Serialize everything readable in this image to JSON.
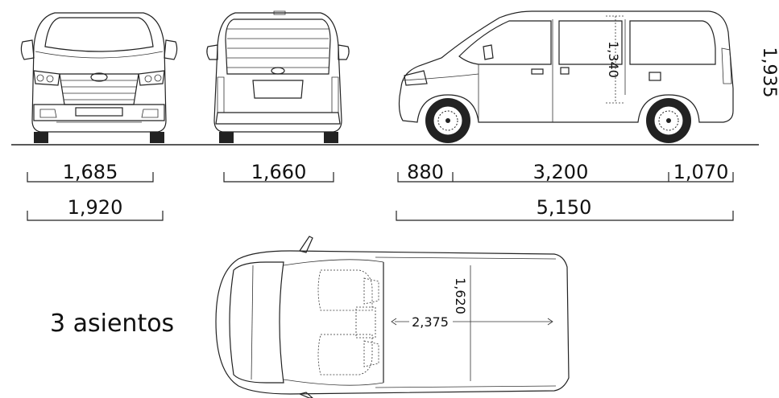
{
  "dimensions": {
    "front_track": "1,685",
    "front_width": "1,920",
    "rear_track": "1,660",
    "front_overhang": "880",
    "wheelbase": "3,200",
    "rear_overhang": "1,070",
    "overall_length": "5,150",
    "cargo_height": "1,340",
    "overall_height": "1,935",
    "cargo_width": "1,620",
    "cargo_length": "2,375"
  },
  "seating_label": "3 asientos"
}
